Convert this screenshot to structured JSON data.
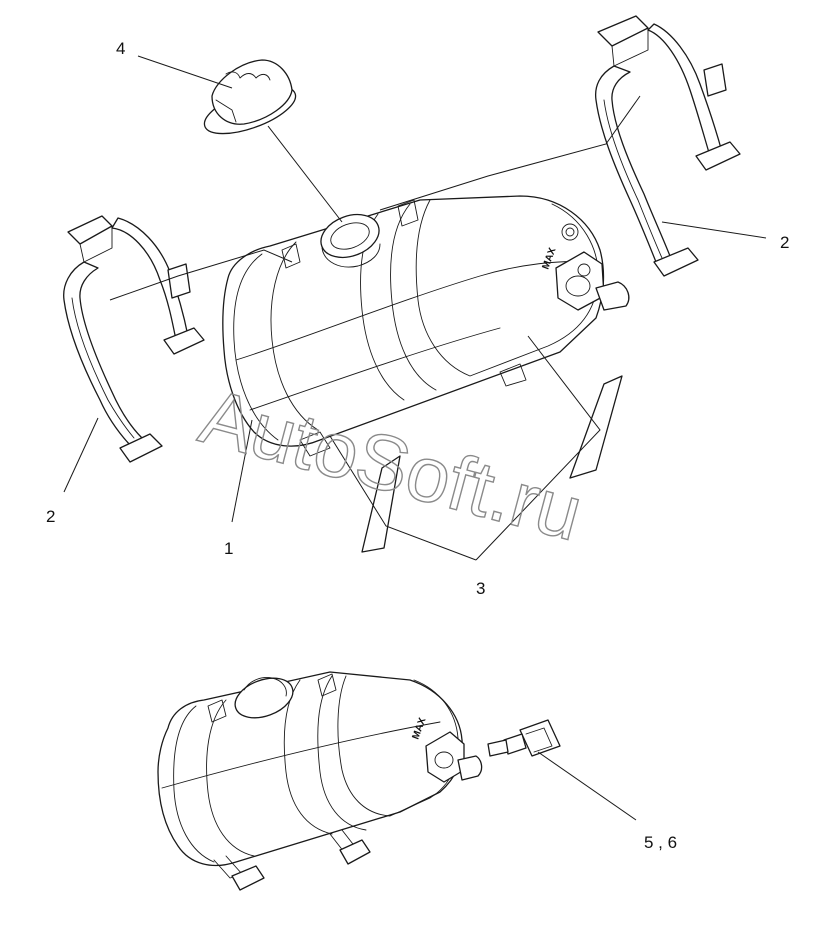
{
  "callouts": {
    "tank": "1",
    "strap_left": "2",
    "strap_right": "2",
    "pad": "3",
    "cap": "4",
    "sensor": "5 , 6"
  },
  "tank_marking": "MAX",
  "watermark": "AutoSoft.ru"
}
